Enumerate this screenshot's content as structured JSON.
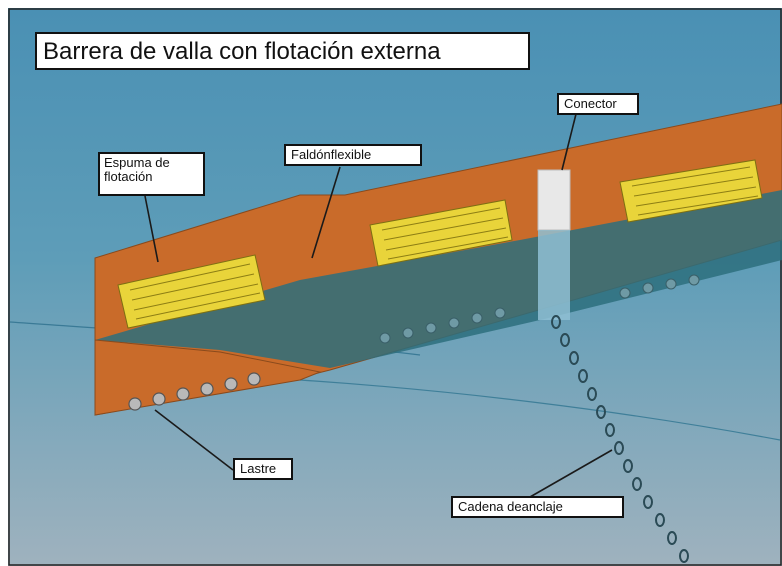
{
  "title": "Barrera de valla con flotación  externa",
  "labels": {
    "conector": "Conector",
    "faldon": "Faldónflexible",
    "espuma": "Espuma de flotación",
    "lastre": "Lastre",
    "cadena": "Cadena deanclaje"
  },
  "colors": {
    "water_top": "#4d8fb0",
    "water_bottom": "#9ab0bd",
    "skirt": "#c96b2a",
    "float": "#e9d43a",
    "connector": "#e8e8e8",
    "submerged_tint": "#2d6f7c"
  }
}
